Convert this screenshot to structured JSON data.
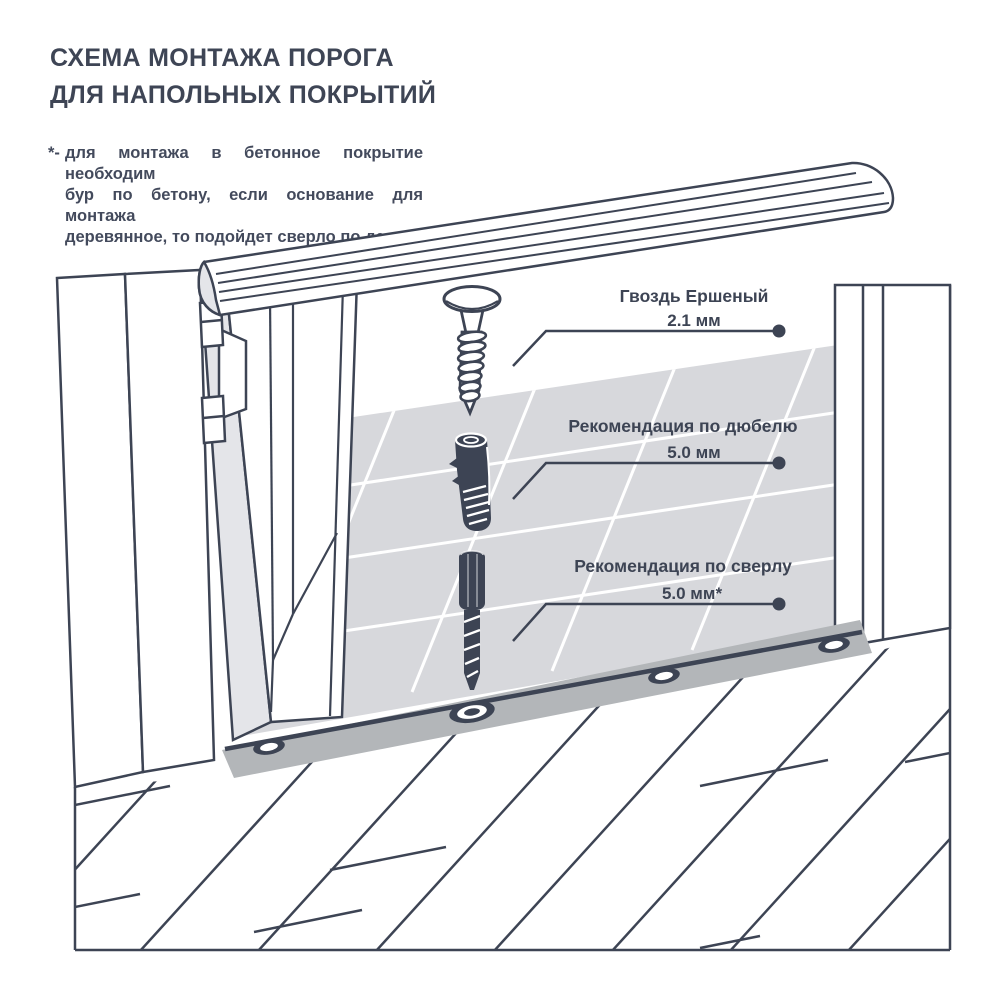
{
  "title": {
    "line1": "СХЕМА МОНТАЖА ПОРОГА",
    "line2": "ДЛЯ НАПОЛЬНЫХ ПОКРЫТИЙ"
  },
  "footnote": {
    "marker": "*-",
    "line1": "для монтажа в бетонное покрытие необходим",
    "line2": "бур по бетону, если основание для монтажа",
    "line3": "деревянное, то подойдет сверло по дереву"
  },
  "callouts": [
    {
      "label": "Гвоздь Ершеный",
      "value": "2.1 мм"
    },
    {
      "label": "Рекомендация по дюбелю",
      "value": "5.0 мм"
    },
    {
      "label": "Рекомендация по сверлу",
      "value": "5.0 мм*"
    }
  ],
  "colors": {
    "ink": "#3d4454",
    "tile": "#d7d8dc",
    "strip": "#b3b6b9",
    "background": "#ffffff"
  }
}
